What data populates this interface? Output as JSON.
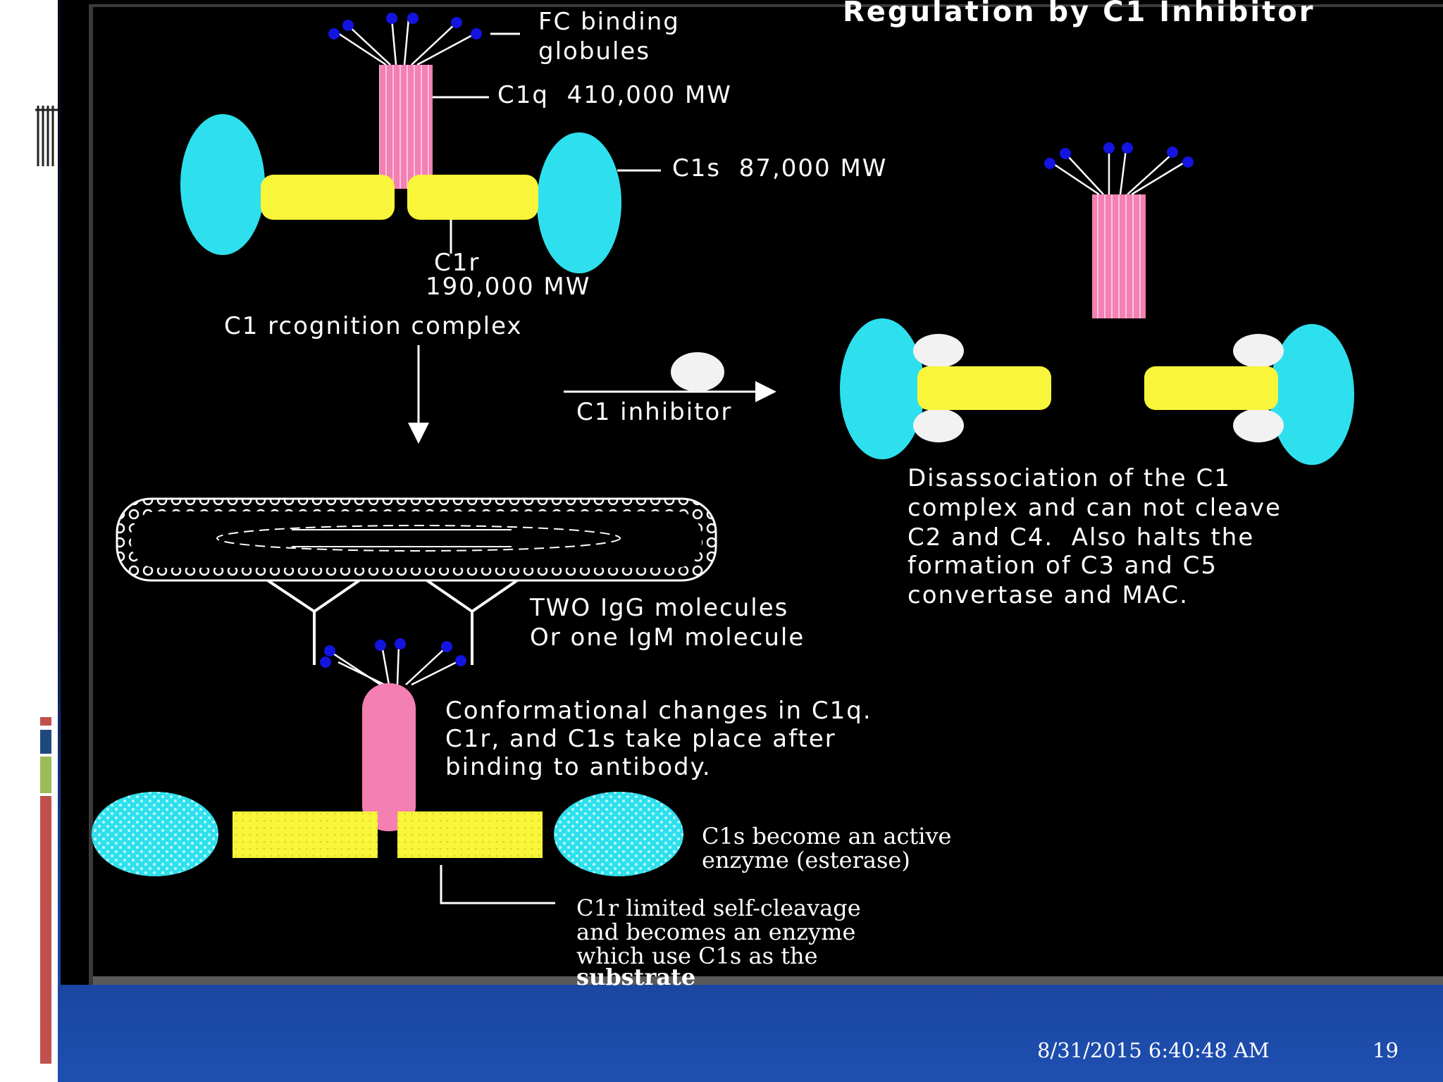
{
  "slide": {
    "title": "Regulation by C1 Inhibitor",
    "footer_date": "8/31/2015 6:40:48 AM",
    "page_number": "19"
  },
  "labels": {
    "fc_line1": "FC binding",
    "fc_line2": "globules",
    "c1q": "C1q  410,000 MW",
    "c1s": "C1s  87,000 MW",
    "c1r_line1": "C1r",
    "c1r_line2": "190,000 MW",
    "recognition": "C1 rcognition complex",
    "inhibitor": "C1 inhibitor",
    "disassoc_1": "Disassociation of the C1",
    "disassoc_2": "complex and can not cleave",
    "disassoc_3": "C2 and C4.  Also halts the",
    "disassoc_4": "formation of C3 and C5",
    "disassoc_5": "convertase and MAC.",
    "igg_1": "TWO IgG molecules",
    "igg_2": "Or one IgM molecule",
    "conf_1": "Conformational changes in C1q.",
    "conf_2": "C1r, and C1s take place after",
    "conf_3": "binding to antibody.",
    "active_1": "C1s become an active",
    "active_2": "enzyme (esterase)",
    "self_1": "C1r limited self-cleavage",
    "self_2": "and becomes an enzyme",
    "self_3": "which use C1s as the",
    "self_4": "substrate"
  },
  "colors": {
    "c1s_cyan": "#2ee0ee",
    "c1r_yellow": "#f8f53a",
    "c1q_pink": "#f37fb3",
    "globule_blue": "#1414e0",
    "inhibitor_white": "#f2f2f2",
    "panel_black": "#000000",
    "accent_red": "#c0504d",
    "accent_blue": "#1f497d",
    "accent_green": "#9bbb59"
  }
}
